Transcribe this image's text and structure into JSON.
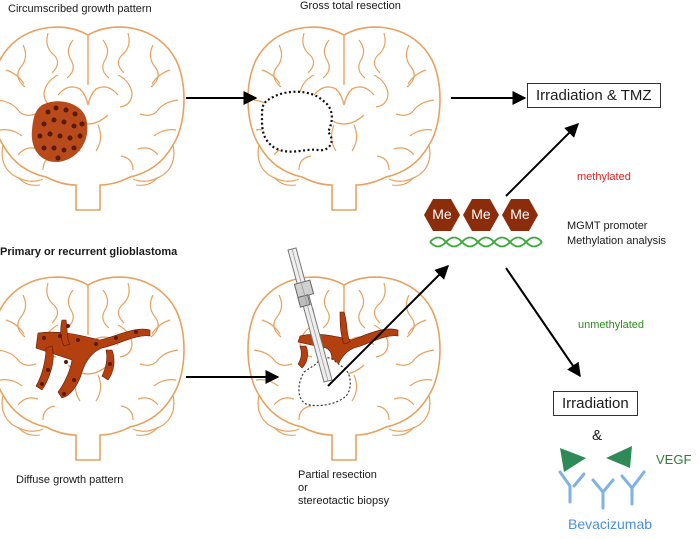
{
  "labels": {
    "circumscribed": "Circumscribed growth pattern",
    "gross_resection": "Gross total resection",
    "primary": "Primary or recurrent glioblastoma",
    "diffuse": "Diffuse growth pattern",
    "partial_lines": [
      "Partial resection",
      "or",
      "stereotactic biopsy"
    ],
    "methylated": "methylated",
    "unmethylated": "unmethylated",
    "mgmt_lines": [
      "MGMT promoter",
      "Methylation analysis"
    ],
    "vegf": "VEGF",
    "bevacizumab": "Bevacizumab",
    "ampersand": "&"
  },
  "boxes": {
    "irradiation_tmz": "Irradiation & TMZ",
    "irradiation": "Irradiation"
  },
  "methyl_groups": [
    "Me",
    "Me",
    "Me"
  ],
  "colors": {
    "brain_outline": "#e8a15e",
    "tumor": "#b5400f",
    "tumor_dark": "#5a1a08",
    "hexagon": "#8b2d0b",
    "dna": "#3aa83a",
    "methylated_text": "#e02020",
    "unmethylated_text": "#2e8b20",
    "vegf_color": "#2e7d32",
    "antibody": "#7fb2e5",
    "bevacizumab_text": "#4a90d9"
  },
  "icons": [
    "brain-icon",
    "needle-icon",
    "antibody-icon",
    "vegf-triangle-icon",
    "dna-helix-icon"
  ]
}
